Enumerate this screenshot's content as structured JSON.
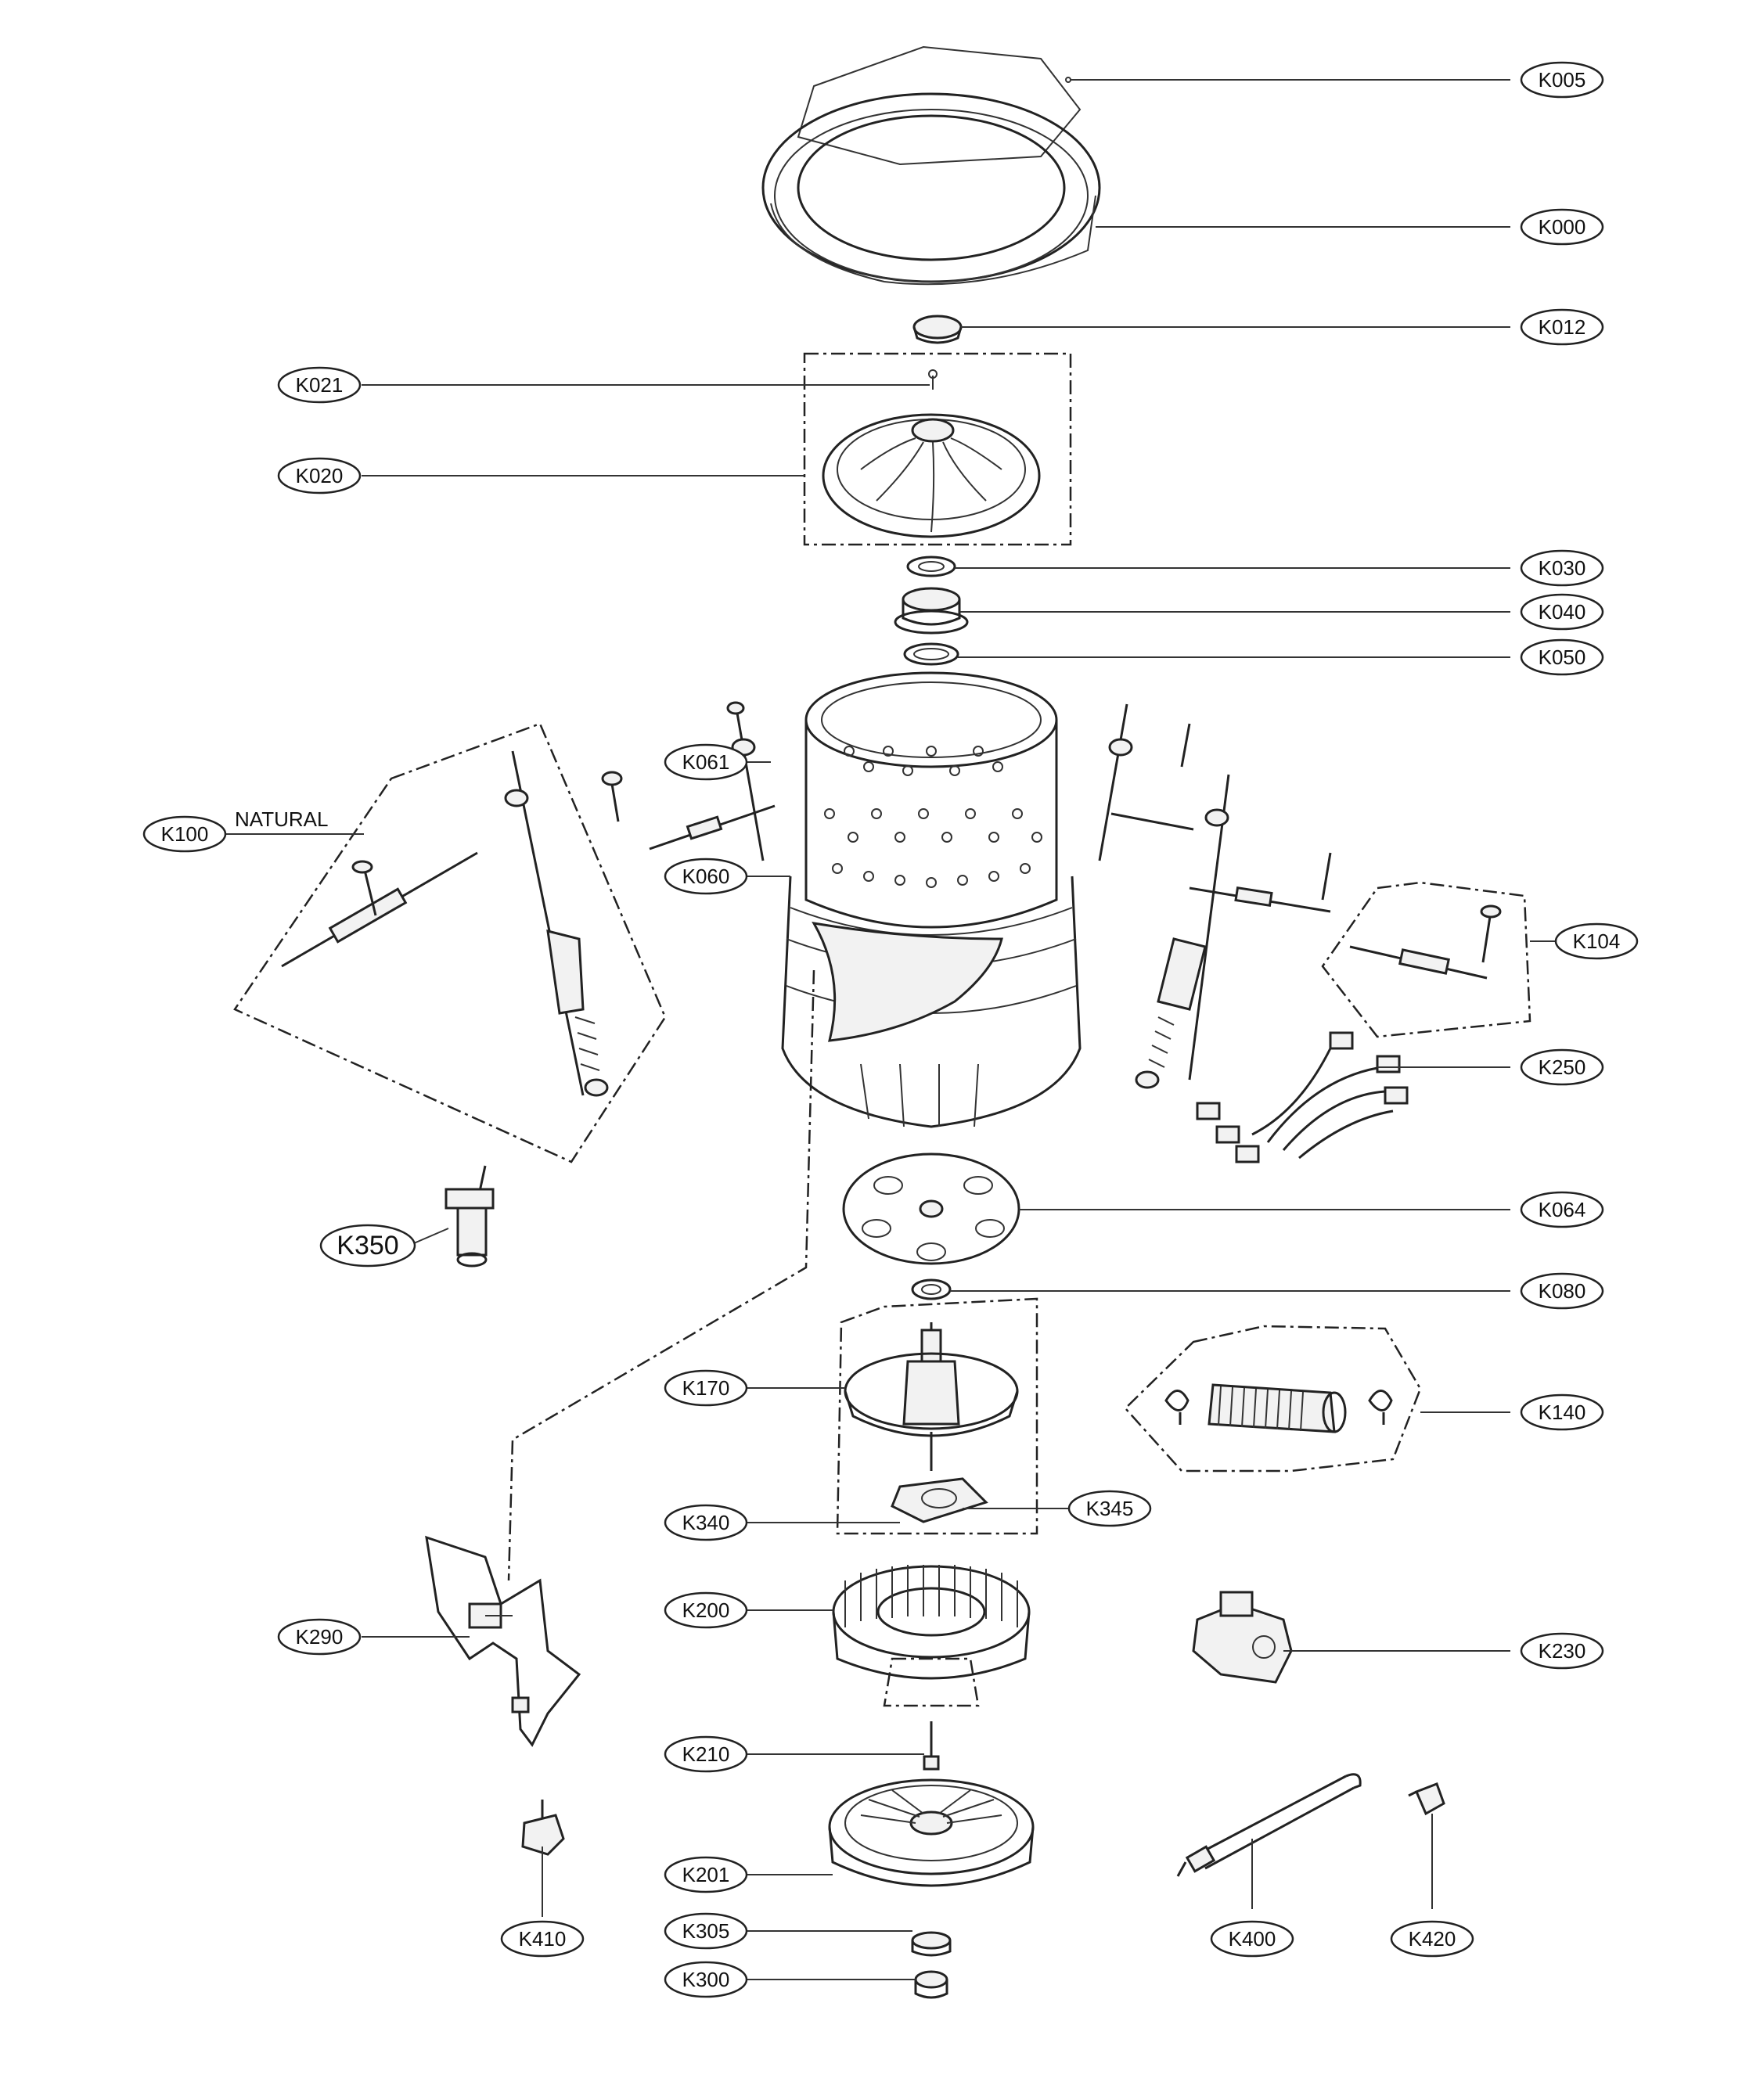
{
  "callouts": {
    "k005": "K005",
    "k000": "K000",
    "k012": "K012",
    "k021": "K021",
    "k020": "K020",
    "k030": "K030",
    "k040": "K040",
    "k050": "K050",
    "k061": "K061",
    "k100": "K100",
    "k060": "K060",
    "k104": "K104",
    "k250": "K250",
    "k350": "K350",
    "k064": "K064",
    "k080": "K080",
    "k170": "K170",
    "k140": "K140",
    "k340": "K340",
    "k345": "K345",
    "k200": "K200",
    "k290": "K290",
    "k230": "K230",
    "k210": "K210",
    "k201": "K201",
    "k410": "K410",
    "k400": "K400",
    "k420": "K420",
    "k305": "K305",
    "k300": "K300"
  },
  "notes": {
    "natural": "NATURAL"
  },
  "colors": {
    "line": "#222222",
    "background": "#ffffff"
  }
}
